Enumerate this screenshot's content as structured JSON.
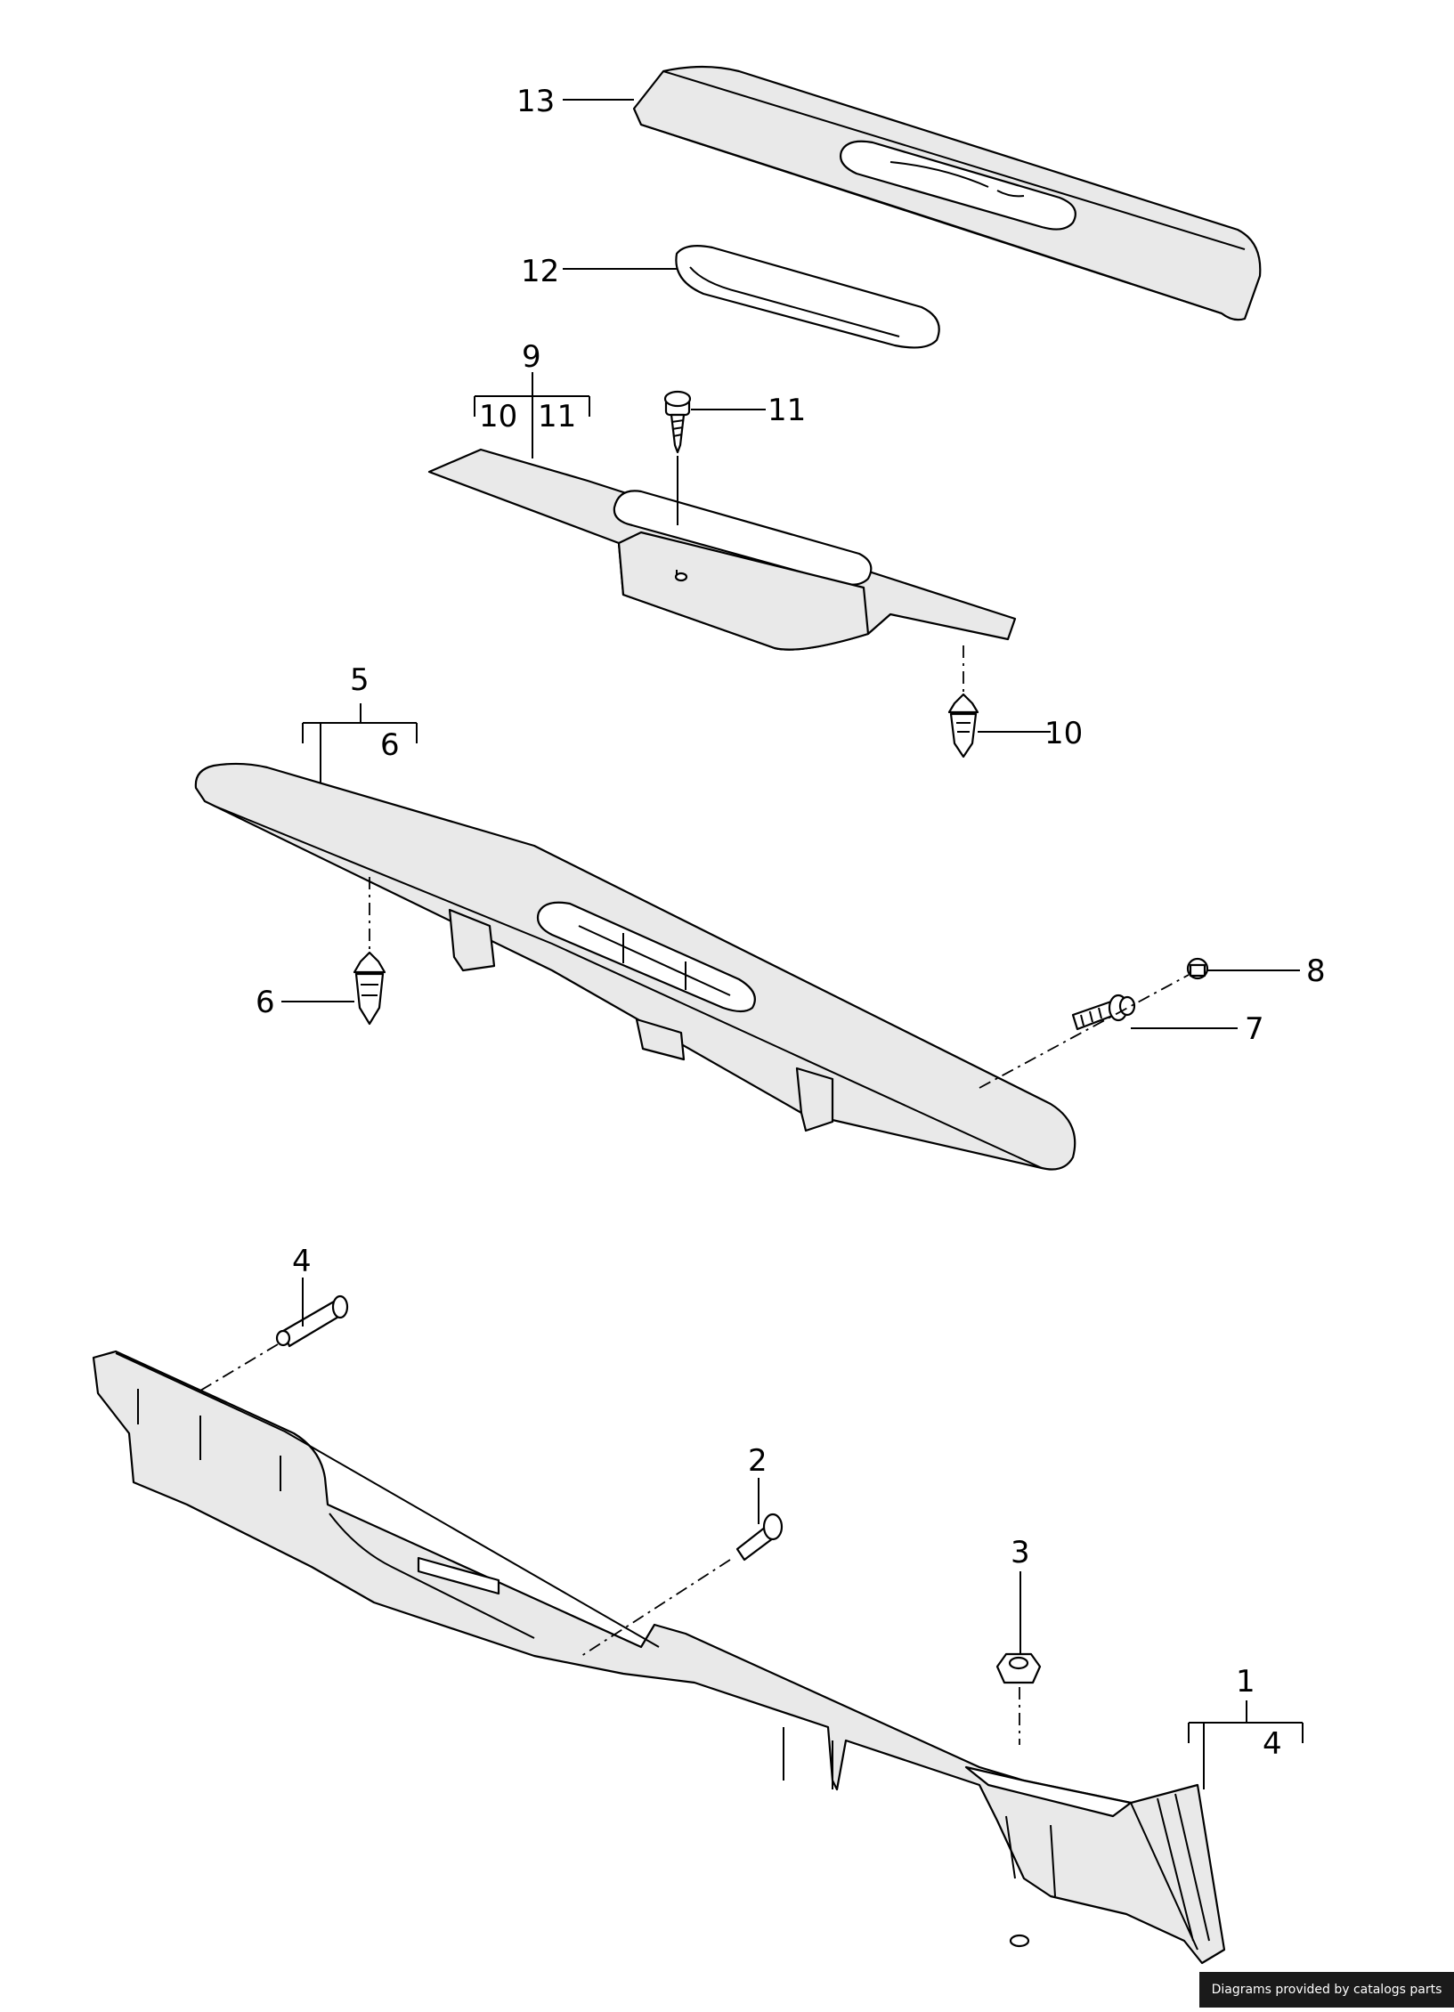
{
  "diagram": {
    "callouts": {
      "c1": "1",
      "c2": "2",
      "c3": "3",
      "c4a": "4",
      "c4b": "4",
      "c5": "5",
      "c6a": "6",
      "c6b": "6",
      "c7": "7",
      "c8": "8",
      "c9": "9",
      "c10a": "10",
      "c10b": "10",
      "c11a": "11",
      "c11b": "11",
      "c12": "12",
      "c13": "13"
    }
  },
  "footer": {
    "credit": "Diagrams provided by catalogs parts"
  }
}
